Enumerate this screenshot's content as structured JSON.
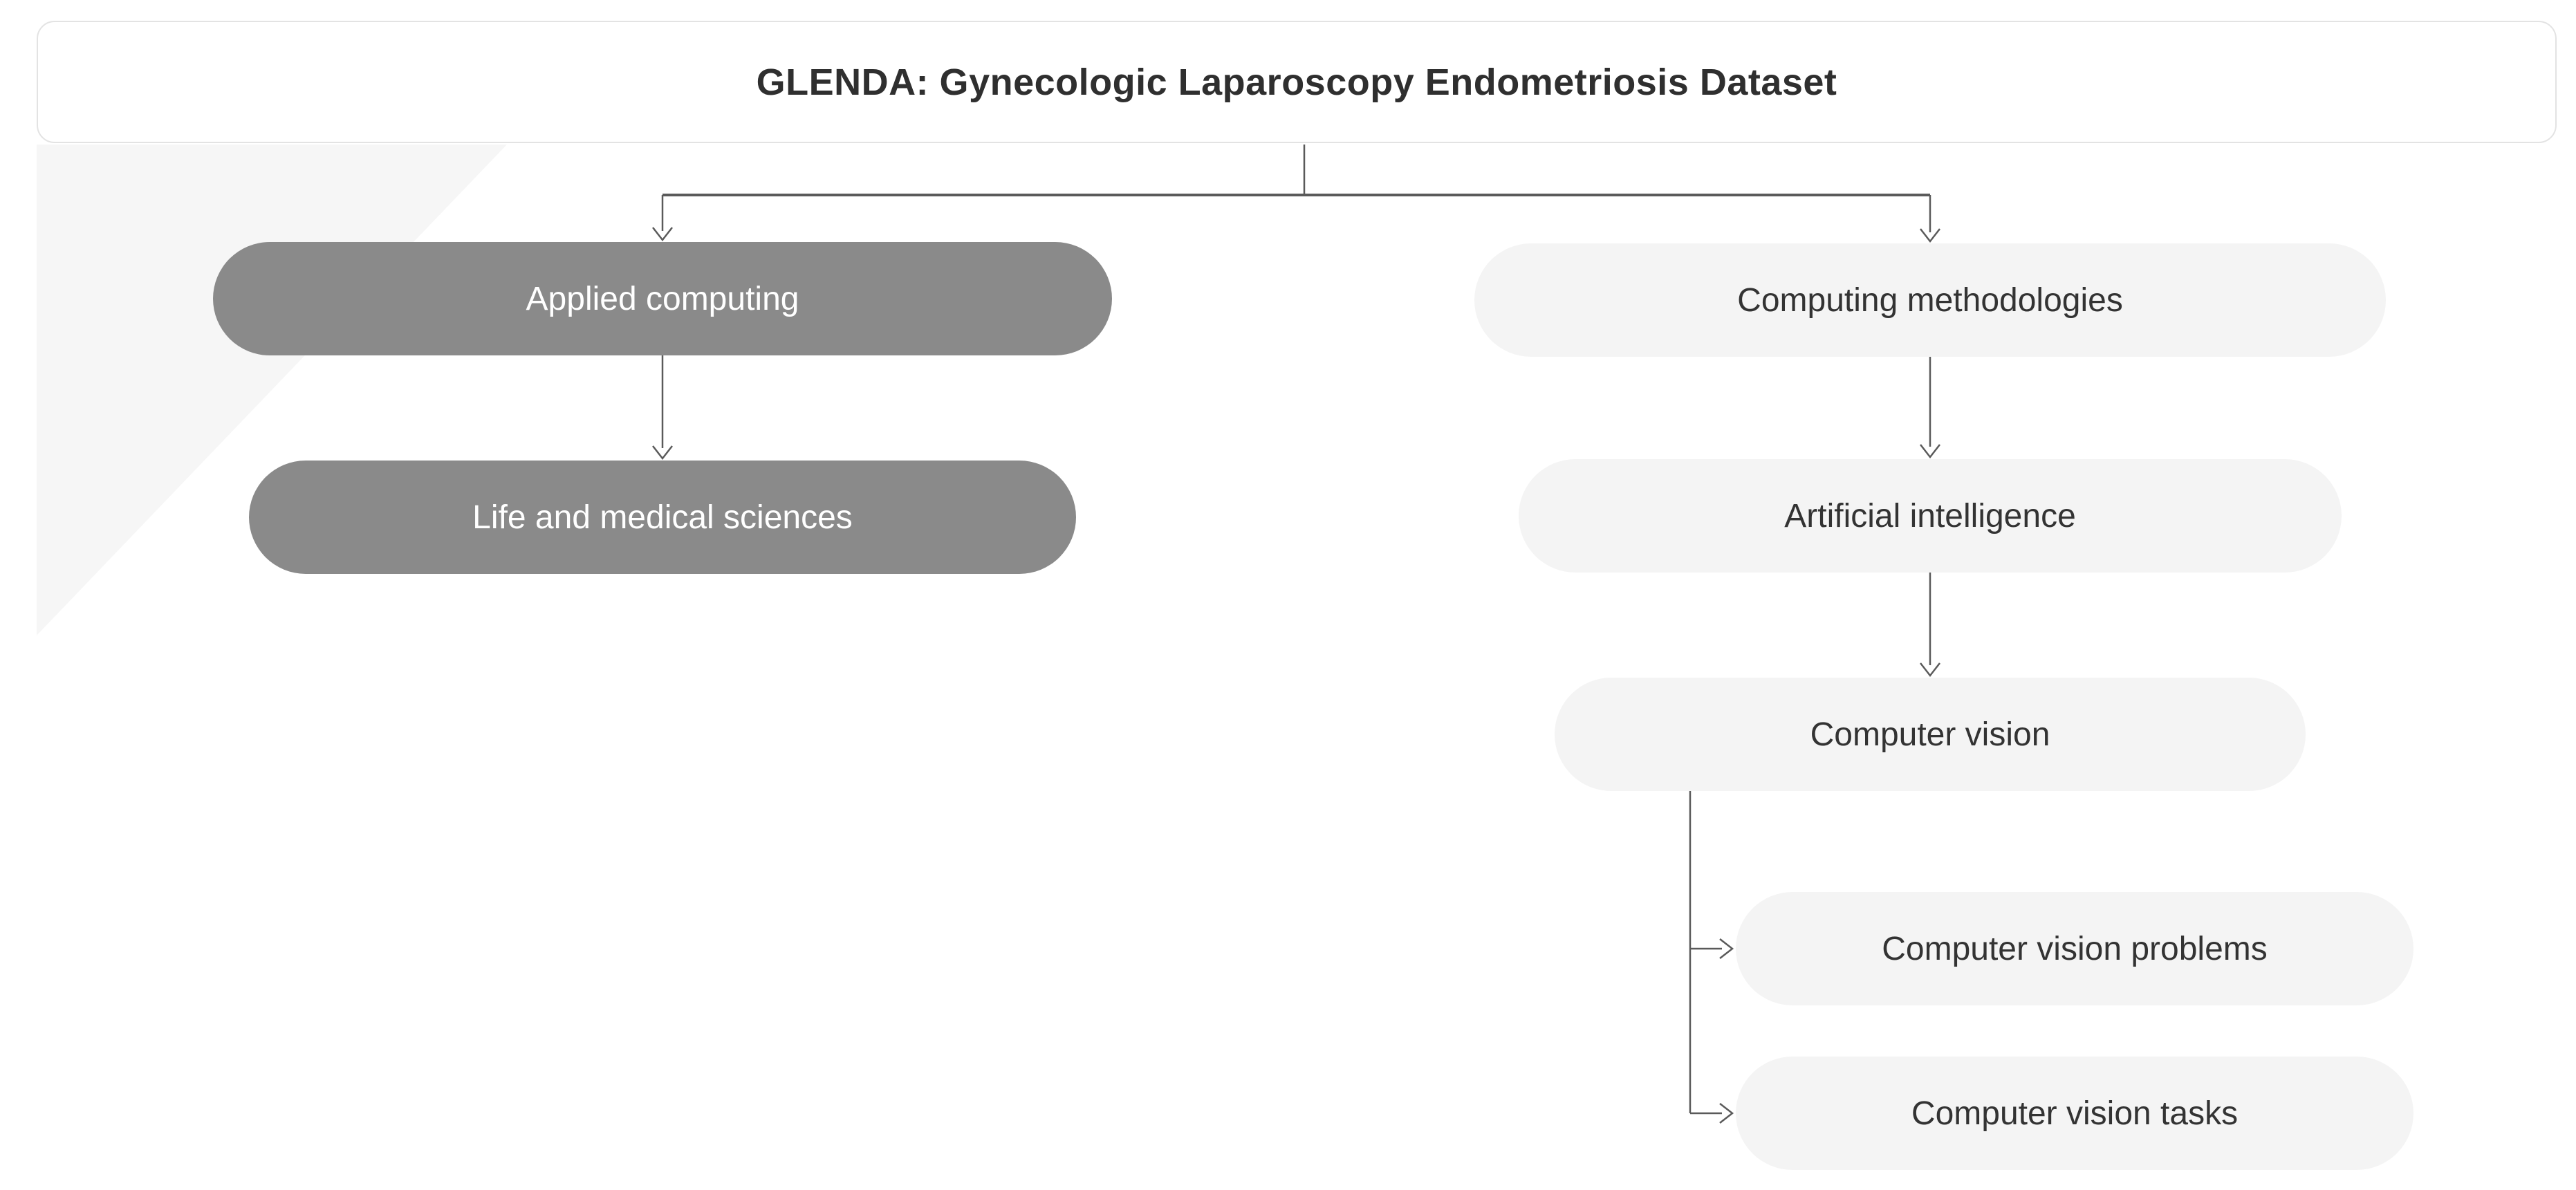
{
  "title": "GLENDA: Gynecologic Laparoscopy Endometriosis Dataset",
  "diagram": {
    "type": "taxonomy-tree",
    "root_label": "GLENDA: Gynecologic Laparoscopy Endometriosis Dataset",
    "nodes": [
      {
        "id": "applied-computing",
        "label": "Applied computing",
        "style": "dark"
      },
      {
        "id": "life-medical-sciences",
        "label": "Life and medical sciences",
        "style": "dark"
      },
      {
        "id": "computing-methodologies",
        "label": "Computing methodologies",
        "style": "light"
      },
      {
        "id": "artificial-intelligence",
        "label": "Artificial intelligence",
        "style": "light"
      },
      {
        "id": "computer-vision",
        "label": "Computer vision",
        "style": "light"
      },
      {
        "id": "computer-vision-problems",
        "label": "Computer vision problems",
        "style": "light"
      },
      {
        "id": "computer-vision-tasks",
        "label": "Computer vision tasks",
        "style": "light"
      }
    ],
    "edges": [
      {
        "from": "GLENDA: Gynecologic Laparoscopy Endometriosis Dataset",
        "to": "Applied computing"
      },
      {
        "from": "GLENDA: Gynecologic Laparoscopy Endometriosis Dataset",
        "to": "Computing methodologies"
      },
      {
        "from": "Applied computing",
        "to": "Life and medical sciences"
      },
      {
        "from": "Computing methodologies",
        "to": "Artificial intelligence"
      },
      {
        "from": "Artificial intelligence",
        "to": "Computer vision"
      },
      {
        "from": "Computer vision",
        "to": "Computer vision problems"
      },
      {
        "from": "Computer vision",
        "to": "Computer vision tasks"
      }
    ]
  },
  "colors": {
    "page_background": "#ffffff",
    "background_accent": "#f6f6f6",
    "title_text": "#2f2f2f",
    "title_border": "#e3e3e3",
    "dark_node_background": "#8a8a8a",
    "dark_node_text": "#ffffff",
    "light_node_background": "#f4f4f4",
    "light_node_text": "#333333",
    "connector": "#5a5a5a"
  }
}
